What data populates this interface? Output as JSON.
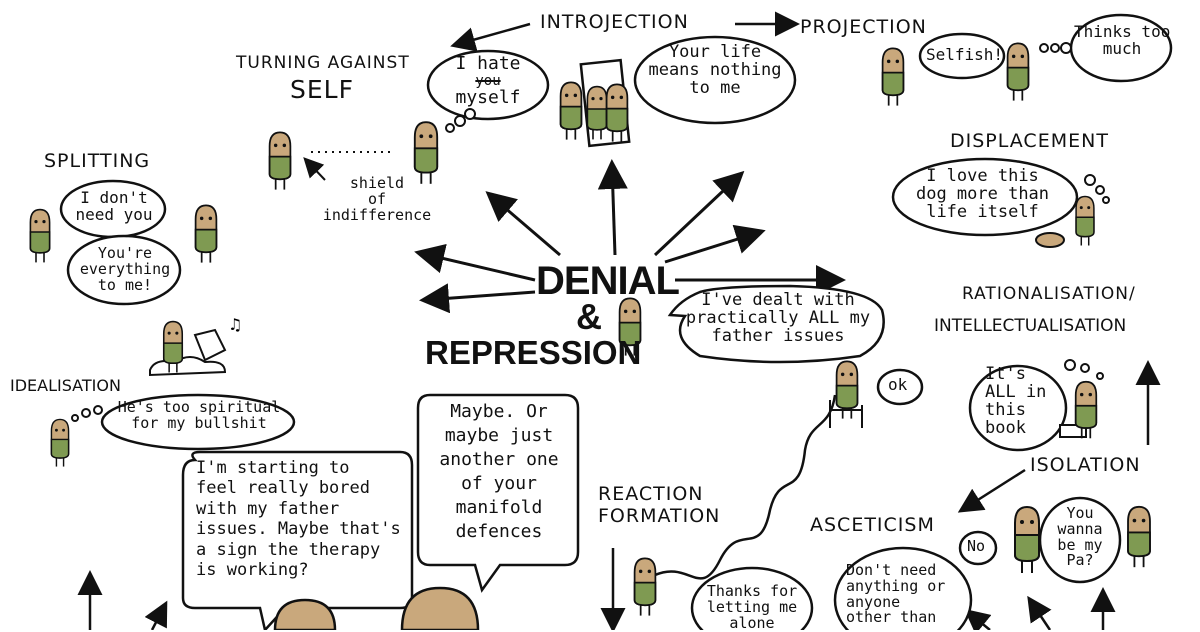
{
  "center": {
    "title_1": "DENIAL",
    "title_2": "&",
    "title_3": "REPRESSION",
    "speech": [
      "I've dealt with",
      "practically ALL my",
      "father issues"
    ]
  },
  "labels": {
    "introjection": "INTROJECTION",
    "projection": "PROJECTION",
    "turning_against_1": "TURNING AGAINST",
    "turning_against_2": "SELF",
    "splitting": "SPLITTING",
    "displacement": "DISPLACEMENT",
    "rationalisation_1": "RATIONALISATION/",
    "rationalisation_2": "INTELLECTUALISATION",
    "idealisation": "IDEALISATION",
    "isolation": "ISOLATION",
    "asceticism": "ASCETICISM",
    "reaction_1": "REACTION",
    "reaction_2": "FORMATION"
  },
  "bubbles": {
    "turning": {
      "line1": "I hate",
      "strike": "you",
      "line3": "myself"
    },
    "shield": [
      "shield",
      "of",
      "indifference"
    ],
    "introjection": [
      "Your life",
      "means nothing",
      "to me"
    ],
    "projection_selfish": "Selfish!",
    "projection_thought": [
      "Thinks too",
      "much"
    ],
    "splitting_1": [
      "I don't",
      "need you"
    ],
    "splitting_2": [
      "You're",
      "everything",
      "to me!"
    ],
    "displacement": [
      "I love this",
      "dog more than",
      "life itself"
    ],
    "ok": "ok",
    "rationalisation": [
      "It's",
      "ALL in",
      "this",
      "book"
    ],
    "idealisation": [
      "He's too spiritual",
      "for my bullshit"
    ],
    "patient": [
      "I'm starting to",
      "feel really bored",
      "with my father",
      "issues. Maybe that's",
      "a sign the therapy",
      "is working?"
    ],
    "therapist": [
      "Maybe. Or",
      "maybe just",
      "another one",
      "of your",
      "manifold",
      "defences"
    ],
    "reaction": [
      "Thanks for",
      "letting me",
      "alone"
    ],
    "asceticism": [
      "Don't need",
      "anything or",
      "anyone",
      "other than"
    ],
    "isolation_no": "No",
    "isolation_pa": [
      "You",
      "wanna",
      "be my",
      "Pa?"
    ]
  },
  "colors": {
    "ink": "#111111",
    "figure_green": "#7f9a52",
    "figure_skin": "#c9a87c",
    "paper": "#ffffff"
  }
}
